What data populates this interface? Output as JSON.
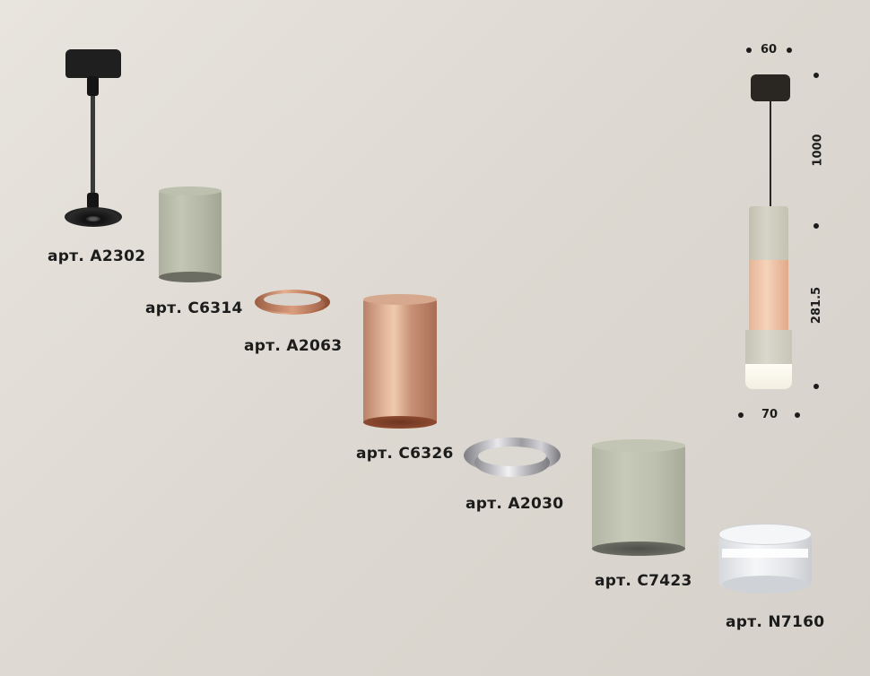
{
  "parts": [
    {
      "id": "A2302",
      "label": "арт. A2302",
      "type": "suspension-mount",
      "color": "#1e1e1e"
    },
    {
      "id": "C6314",
      "label": "арт. C6314",
      "type": "cylinder-body",
      "color": "#b9bcab"
    },
    {
      "id": "A2063",
      "label": "арт. A2063",
      "type": "ring",
      "color": "#c5876a"
    },
    {
      "id": "C6326",
      "label": "арт. C6326",
      "type": "cylinder-body",
      "color": "#d3a387"
    },
    {
      "id": "A2030",
      "label": "арт. A2030",
      "type": "ring",
      "color": "#b8b8bc"
    },
    {
      "id": "C7423",
      "label": "арт. C7423",
      "type": "cylinder-body",
      "color": "#bfc2b0"
    },
    {
      "id": "N7160",
      "label": "арт. N7160",
      "type": "diffuser",
      "color": "#e8eaee"
    }
  ],
  "dimensions": {
    "top_width": "60",
    "cable_length": "1000",
    "body_height": "281.5",
    "bottom_width": "70"
  }
}
